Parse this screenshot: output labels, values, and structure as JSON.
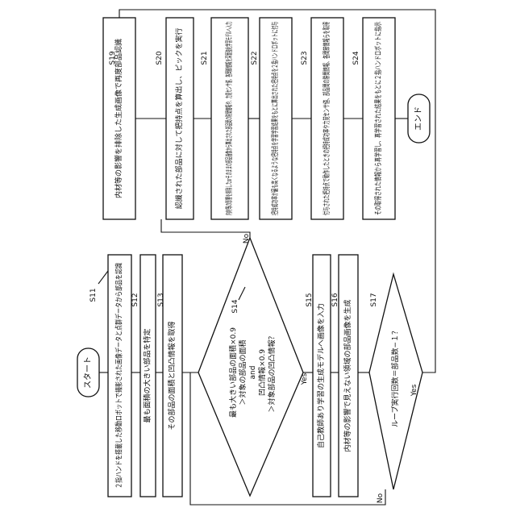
{
  "diagram": {
    "steps": {
      "start": "スタート",
      "s11": {
        "id": "S11",
        "text": "２指ハンドを搭載した移動ロボットで撮影された画像データと点群データから部品を認識"
      },
      "s12": {
        "id": "S12",
        "text": "最も面積の大きい部品を特定"
      },
      "s13": {
        "id": "S13",
        "text": "その部品の面積と凹凸情報を取得"
      },
      "s14": {
        "id": "S14",
        "line1": "最も大きい部品の面積×0.9",
        "line2": "＞対象の部品の面積",
        "line3": "and",
        "line4": "凹凸情報×0.9",
        "line5": "＞対象部品の凹凸情報？"
      },
      "s15": {
        "id": "S15",
        "text": "自己教師あり学習の生成モデルへ画像を入力"
      },
      "s16": {
        "id": "S16",
        "text": "内材等の影響で見えない領域の部品画像を生成"
      },
      "s17": {
        "id": "S17",
        "text": "ループ実行回数＝部品数−１？"
      },
      "s19": {
        "id": "S19",
        "text": "内材等の影響を排除した生成画像で再度部品認識"
      },
      "s20": {
        "id": "S20",
        "text": "認識された部品に対して把持点を算出し、ピックを実行"
      },
      "s21": {
        "id": "S21",
        "text": "内材等の影響を排除したorそのままの部品画像から算出された部品間の隙間情報や、力覚センサ値、各関節情報を深層強化学習モデルへ入力"
      },
      "s22": {
        "id": "S22",
        "text": "把持成功率が最も高くなるような把持点を学習学習結果をもとに算出された把持点を２指ハンドロボットに付与"
      },
      "s23": {
        "id": "S23",
        "text": "付与された把持点で動作したときの把持成功率や力覚センサ値、部品間の隙間情報、各関節情報らを取得"
      },
      "s24": {
        "id": "S24",
        "text": "その取得された情報から再学習し、再学習された結果をもとに２指ハンドロボットに指示"
      },
      "end": "エンド"
    },
    "branches": {
      "yes": "Yes",
      "no": "No"
    }
  }
}
